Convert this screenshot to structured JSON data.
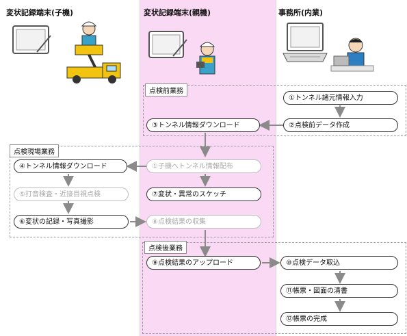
{
  "columns": {
    "child": "変状記録端末(子機)",
    "parent": "変状記録端末(親機)",
    "office": "事務所(内業)"
  },
  "sections": {
    "pre": "点検前業務",
    "field": "点検現場業務",
    "post": "点検後業務"
  },
  "steps": {
    "s1": "①トンネル諸元情報入力",
    "s2": "②点検前データ作成",
    "s3": "③トンネル情報ダウンロード",
    "s4": "④トンネル情報ダウンロード",
    "s5": "⑤打音検査・近接目視点検",
    "s6": "⑥変状の記録・写真撮影",
    "s7": "⑦変状・異常のスケッチ",
    "s8": "⑧点検結果の収集",
    "s9": "⑨点検結果のアップロード",
    "s10": "⑩点検データ取込",
    "s11": "⑪帳票・図面の清書",
    "s12": "⑫帳票の完成",
    "sp": "①子機へトンネル情報配布"
  },
  "colors": {
    "parent_bg": "#f9d9f3",
    "arrow": "#8a8a8a",
    "faded": "#a8a8a8"
  }
}
